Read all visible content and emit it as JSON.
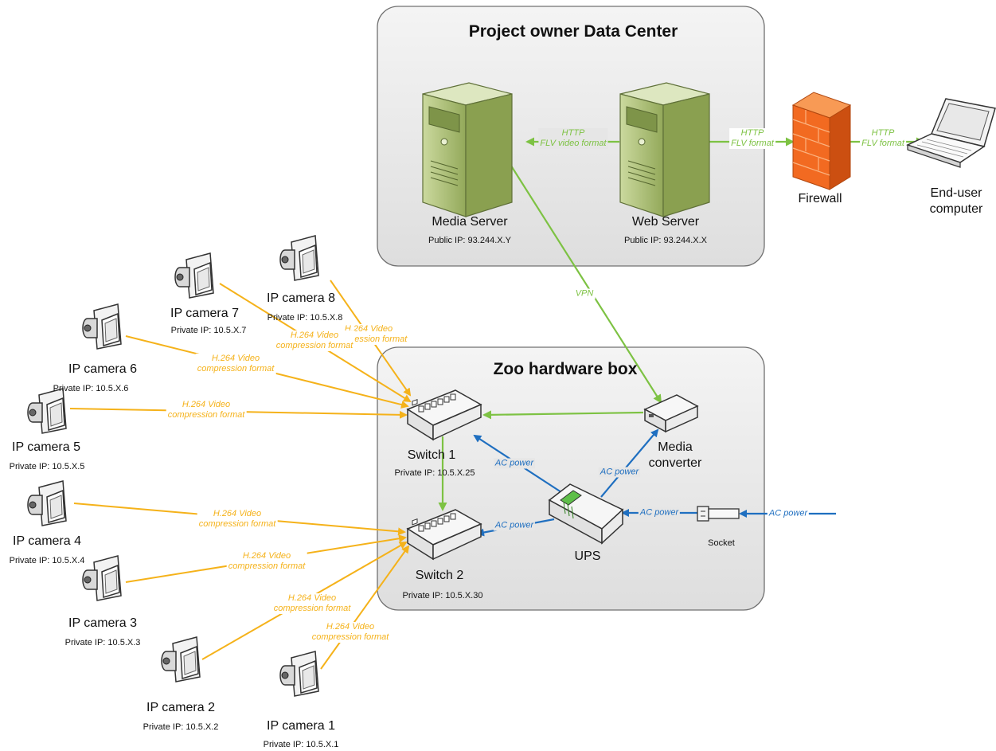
{
  "containers": {
    "datacenter": {
      "title": "Project owner Data Center"
    },
    "zoobox": {
      "title": "Zoo hardware box"
    }
  },
  "devices": {
    "media_server": {
      "name": "Media Server",
      "ip": "Public IP: 93.244.X.Y"
    },
    "web_server": {
      "name": "Web Server",
      "ip": "Public IP: 93.244.X.X"
    },
    "firewall": {
      "name": "Firewall"
    },
    "end_user": {
      "name": "End-user computer"
    },
    "switch1": {
      "name": "Switch 1",
      "ip": "Private IP: 10.5.X.25"
    },
    "switch2": {
      "name": "Switch 2",
      "ip": "Private IP: 10.5.X.30"
    },
    "media_converter": {
      "name": "Media converter"
    },
    "ups": {
      "name": "UPS"
    },
    "socket": {
      "name": "Socket"
    }
  },
  "cameras": [
    {
      "name": "IP camera 1",
      "ip": "Private IP: 10.5.X.1"
    },
    {
      "name": "IP camera 2",
      "ip": "Private IP: 10.5.X.2"
    },
    {
      "name": "IP camera 3",
      "ip": "Private IP: 10.5.X.3"
    },
    {
      "name": "IP  camera 4",
      "ip": "Private IP: 10.5.X.4"
    },
    {
      "name": "IP camera 5",
      "ip": "Private IP: 10.5.X.5"
    },
    {
      "name": "IP camera 6",
      "ip": "Private IP: 10.5.X.6"
    },
    {
      "name": "IP camera 7",
      "ip": "Private IP: 10.5.X.7"
    },
    {
      "name": "IP camera 8",
      "ip": "Private IP: 10.5.X.8"
    }
  ],
  "edge_labels": {
    "video_line1": "H.264 Video",
    "video_line2": "compression format",
    "http": "HTTP",
    "flv_video": "FLV video format",
    "flv": "FLV format",
    "vpn": "VPN",
    "ac_power": "AC power"
  },
  "colors": {
    "video": "#F5B21A",
    "network": "#7DC243",
    "power": "#1F6FC0",
    "container_fill": "#E6E6E6",
    "server_body": "#A9BE72",
    "firewall": "#F26A21"
  },
  "icons": {
    "camera": "video-camera-icon",
    "server": "server-tower-icon",
    "switch": "network-switch-icon",
    "firewall": "brick-firewall-icon",
    "laptop": "laptop-icon",
    "ups": "ups-icon",
    "socket": "power-socket-icon",
    "converter": "media-converter-icon"
  }
}
